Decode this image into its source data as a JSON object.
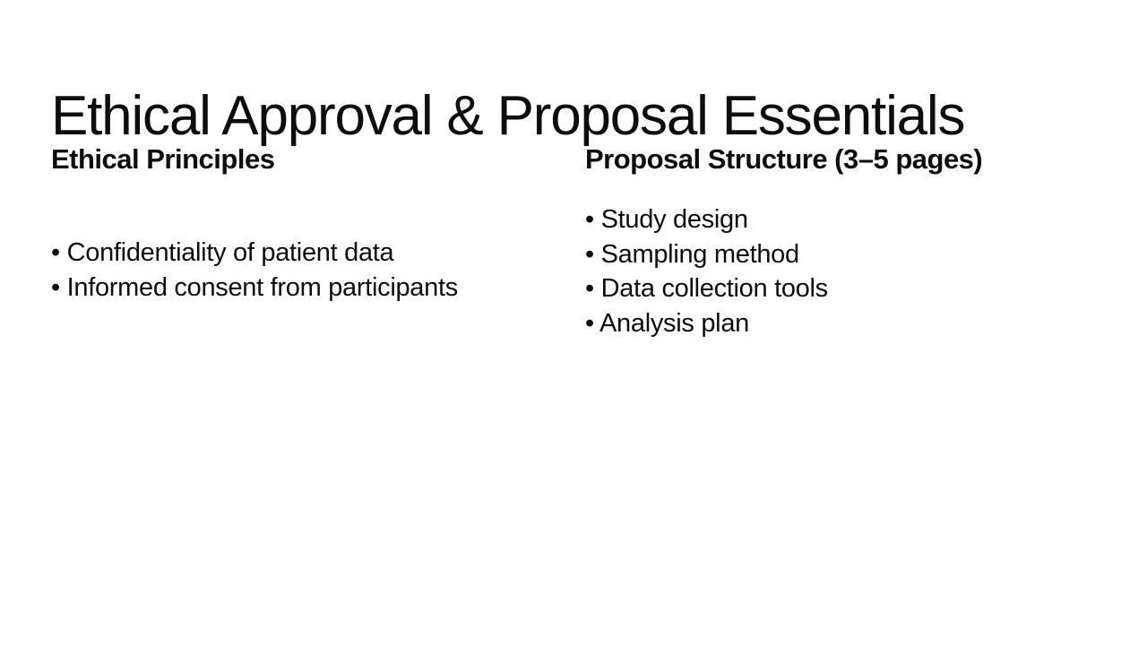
{
  "slide": {
    "title": "Ethical Approval & Proposal Essentials",
    "background_color": "#ffffff",
    "text_color": "#0d0d0d",
    "bullet_glyph": "• "
  },
  "columns": [
    {
      "heading": "Ethical Principles",
      "bullets": [
        "Confidentiality of patient data",
        "Informed consent from participants"
      ]
    },
    {
      "heading": "Proposal Structure (3–5 pages)",
      "bullets": [
        "Study design",
        "Sampling method",
        "Data collection tools",
        "Analysis plan"
      ]
    }
  ]
}
